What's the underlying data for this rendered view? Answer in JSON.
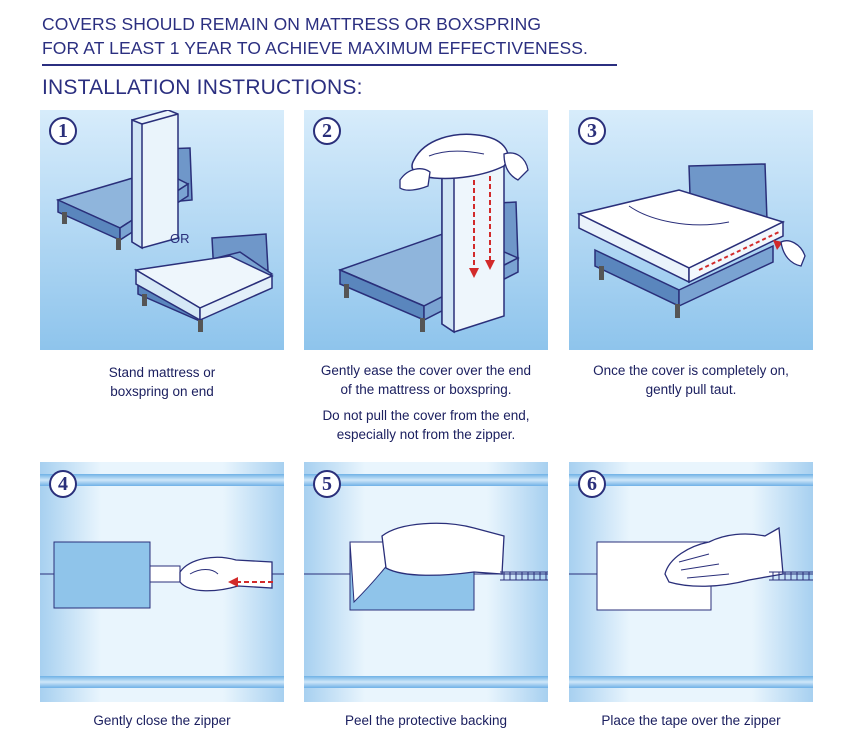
{
  "header": {
    "line1": "COVERS SHOULD REMAIN ON MATTRESS OR BOXSPRING",
    "line2": "FOR AT LEAST 1 YEAR TO ACHIEVE MAXIMUM EFFECTIVENESS.",
    "subtitle": "INSTALLATION INSTRUCTIONS:"
  },
  "steps": [
    {
      "number": "1",
      "or_label": "OR",
      "caption_lines": [
        "Stand mattress or",
        "boxspring on end"
      ]
    },
    {
      "number": "2",
      "caption_lines": [
        "Gently ease the cover over the end",
        "of the mattress or boxspring."
      ],
      "note_lines": [
        "Do not pull the cover from the end,",
        "especially not from the zipper."
      ]
    },
    {
      "number": "3",
      "caption_lines": [
        "Once the cover is completely on,",
        "gently pull taut."
      ]
    },
    {
      "number": "4",
      "caption_lines": [
        "Gently close the zipper"
      ]
    },
    {
      "number": "5",
      "caption_lines": [
        "Peel the protective backing"
      ]
    },
    {
      "number": "6",
      "caption_lines": [
        "Place the tape over the zipper"
      ]
    }
  ],
  "colors": {
    "navy": "#2a2f7a",
    "panel_blue": "#a9d4f2",
    "arrow_red": "#d22a2a"
  }
}
